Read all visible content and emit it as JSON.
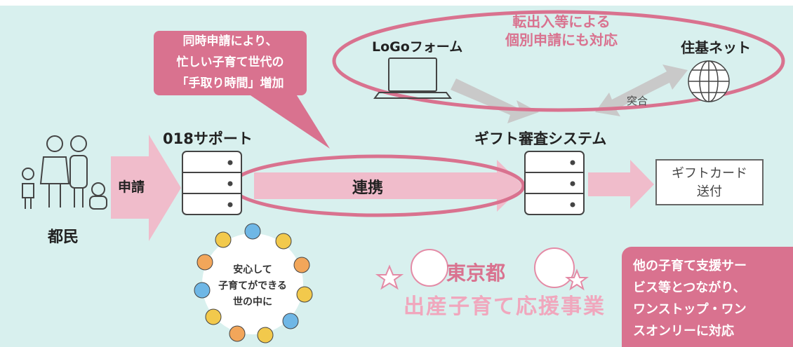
{
  "bubble": {
    "lines": [
      "同時申請により、",
      "忙しい子育て世代の",
      "「手取り時間」増加"
    ]
  },
  "top_note": {
    "lines": [
      "転出入等による",
      "個別申請にも対応"
    ]
  },
  "nodes": {
    "logo_form": "LoGoフォーム",
    "juki_net": "住基ネット",
    "verify": "突合",
    "support_018": "018サポート",
    "gift_system": "ギフト審査システム",
    "apply": "申請",
    "link": "連携",
    "citizens": "都民",
    "gift_card": [
      "ギフトカード",
      "送付"
    ]
  },
  "ring": {
    "lines": [
      "安心して",
      "子育てができる",
      "世の中に"
    ]
  },
  "logo": {
    "line1": "東京都",
    "line2": "出産子育て応援事業"
  },
  "onestop": {
    "lines": [
      "他の子育て支援サー",
      "ビス等とつながり、",
      "ワンストップ・ワン",
      "スオンリーに対応"
    ]
  },
  "colors": {
    "accent": "#d9728f",
    "arrow_pink": "#f0bccb",
    "background": "#d8f0ee",
    "arrow_gray": "#c9c9c9"
  }
}
